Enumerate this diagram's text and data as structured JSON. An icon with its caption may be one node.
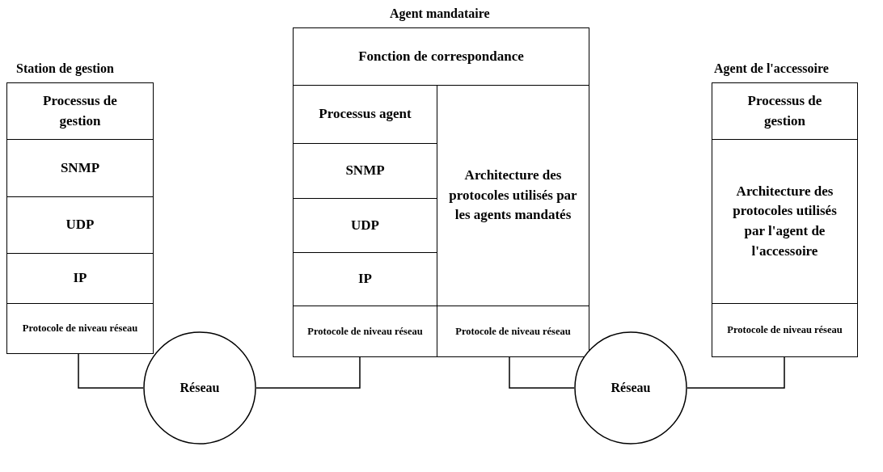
{
  "diagram": {
    "nodes": [
      {
        "text": [
          "Station de gestion"
        ]
      },
      {
        "text": [
          "Processus de gestion"
        ],
        "in": 0
      },
      {
        "text": [
          "SNMP"
        ],
        "in": 0
      },
      {
        "text": [
          "UDP"
        ],
        "in": 0
      },
      {
        "text": [
          "IP"
        ],
        "in": 0
      },
      {
        "text": [
          "Protocole de niveau réseau"
        ],
        "in": 0
      },
      {
        "text": [
          "Agent mandataire"
        ]
      },
      {
        "text": [
          "Fonction de correspondance"
        ],
        "in": 6
      },
      {
        "text": [
          "Processus agent"
        ],
        "in": 6
      },
      {
        "text": [
          "SNMP"
        ],
        "in": 6
      },
      {
        "text": [
          "UDP"
        ],
        "in": 6
      },
      {
        "text": [
          "IP"
        ],
        "in": 6
      },
      {
        "text": [
          "Protocole de niveau réseau"
        ],
        "in": 6
      },
      {
        "text": [
          "Architecture des protocoles utilisés par les agents mandatés"
        ],
        "in": 6
      },
      {
        "text": [
          "Protocole de niveau réseau"
        ],
        "in": 6
      },
      {
        "text": [
          "Agent de l'accessoire"
        ]
      },
      {
        "text": [
          "Processus de gestion"
        ],
        "in": 15
      },
      {
        "text": [
          "Architecture des protocoles utilisés par l'agent de l'accessoire"
        ],
        "in": 15
      },
      {
        "text": [
          "Protocole de niveau réseau"
        ],
        "in": 15
      },
      {
        "text": [
          "Réseau"
        ]
      },
      {
        "text": [
          "Réseau"
        ]
      }
    ],
    "edges": [
      {
        "from": 5,
        "to": 19,
        "arrow": "none"
      },
      {
        "from": 19,
        "to": 12,
        "arrow": "none"
      },
      {
        "from": 14,
        "to": 20,
        "arrow": "none"
      },
      {
        "from": 20,
        "to": 18,
        "arrow": "none"
      }
    ]
  }
}
